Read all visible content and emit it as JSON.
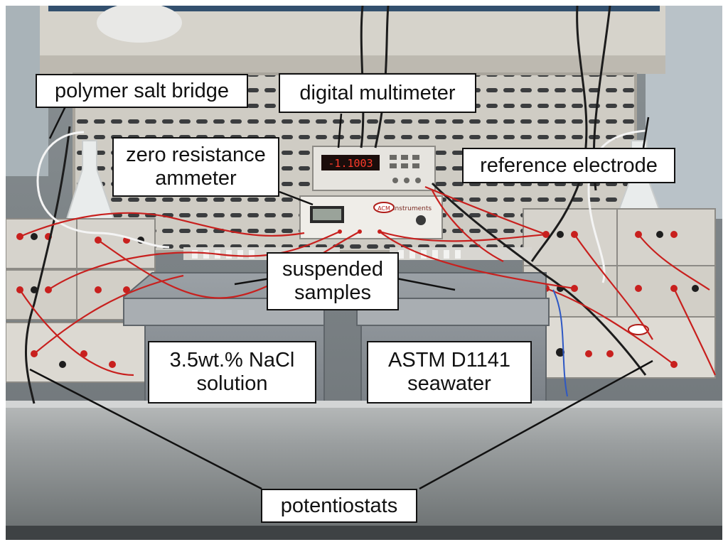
{
  "labels": {
    "polymer_salt_bridge": "polymer salt bridge",
    "digital_multimeter": "digital multimeter",
    "zero_resistance_ammeter": [
      "zero resistance",
      "ammeter"
    ],
    "reference_electrode": "reference electrode",
    "suspended_samples": [
      "suspended",
      "samples"
    ],
    "nacl_solution": [
      "3.5wt.% NaCl",
      "solution"
    ],
    "astm_seawater": [
      "ASTM D1141",
      "seawater"
    ],
    "potentiostats": "potentiostats"
  },
  "multimeter_readout": "-1.1003",
  "equipment_text": {
    "acm_brand": "ACM",
    "acm_instruments": "Instruments"
  },
  "colors": {
    "wall": "#7d8488",
    "grille": "#c9c7bf",
    "bench": "#9ea2a3",
    "tub": "#8e9499",
    "panel": "#d9d6cf",
    "wire_red": "#c8201e",
    "display_red": "#ff3a2a",
    "label_border": "#111111"
  }
}
